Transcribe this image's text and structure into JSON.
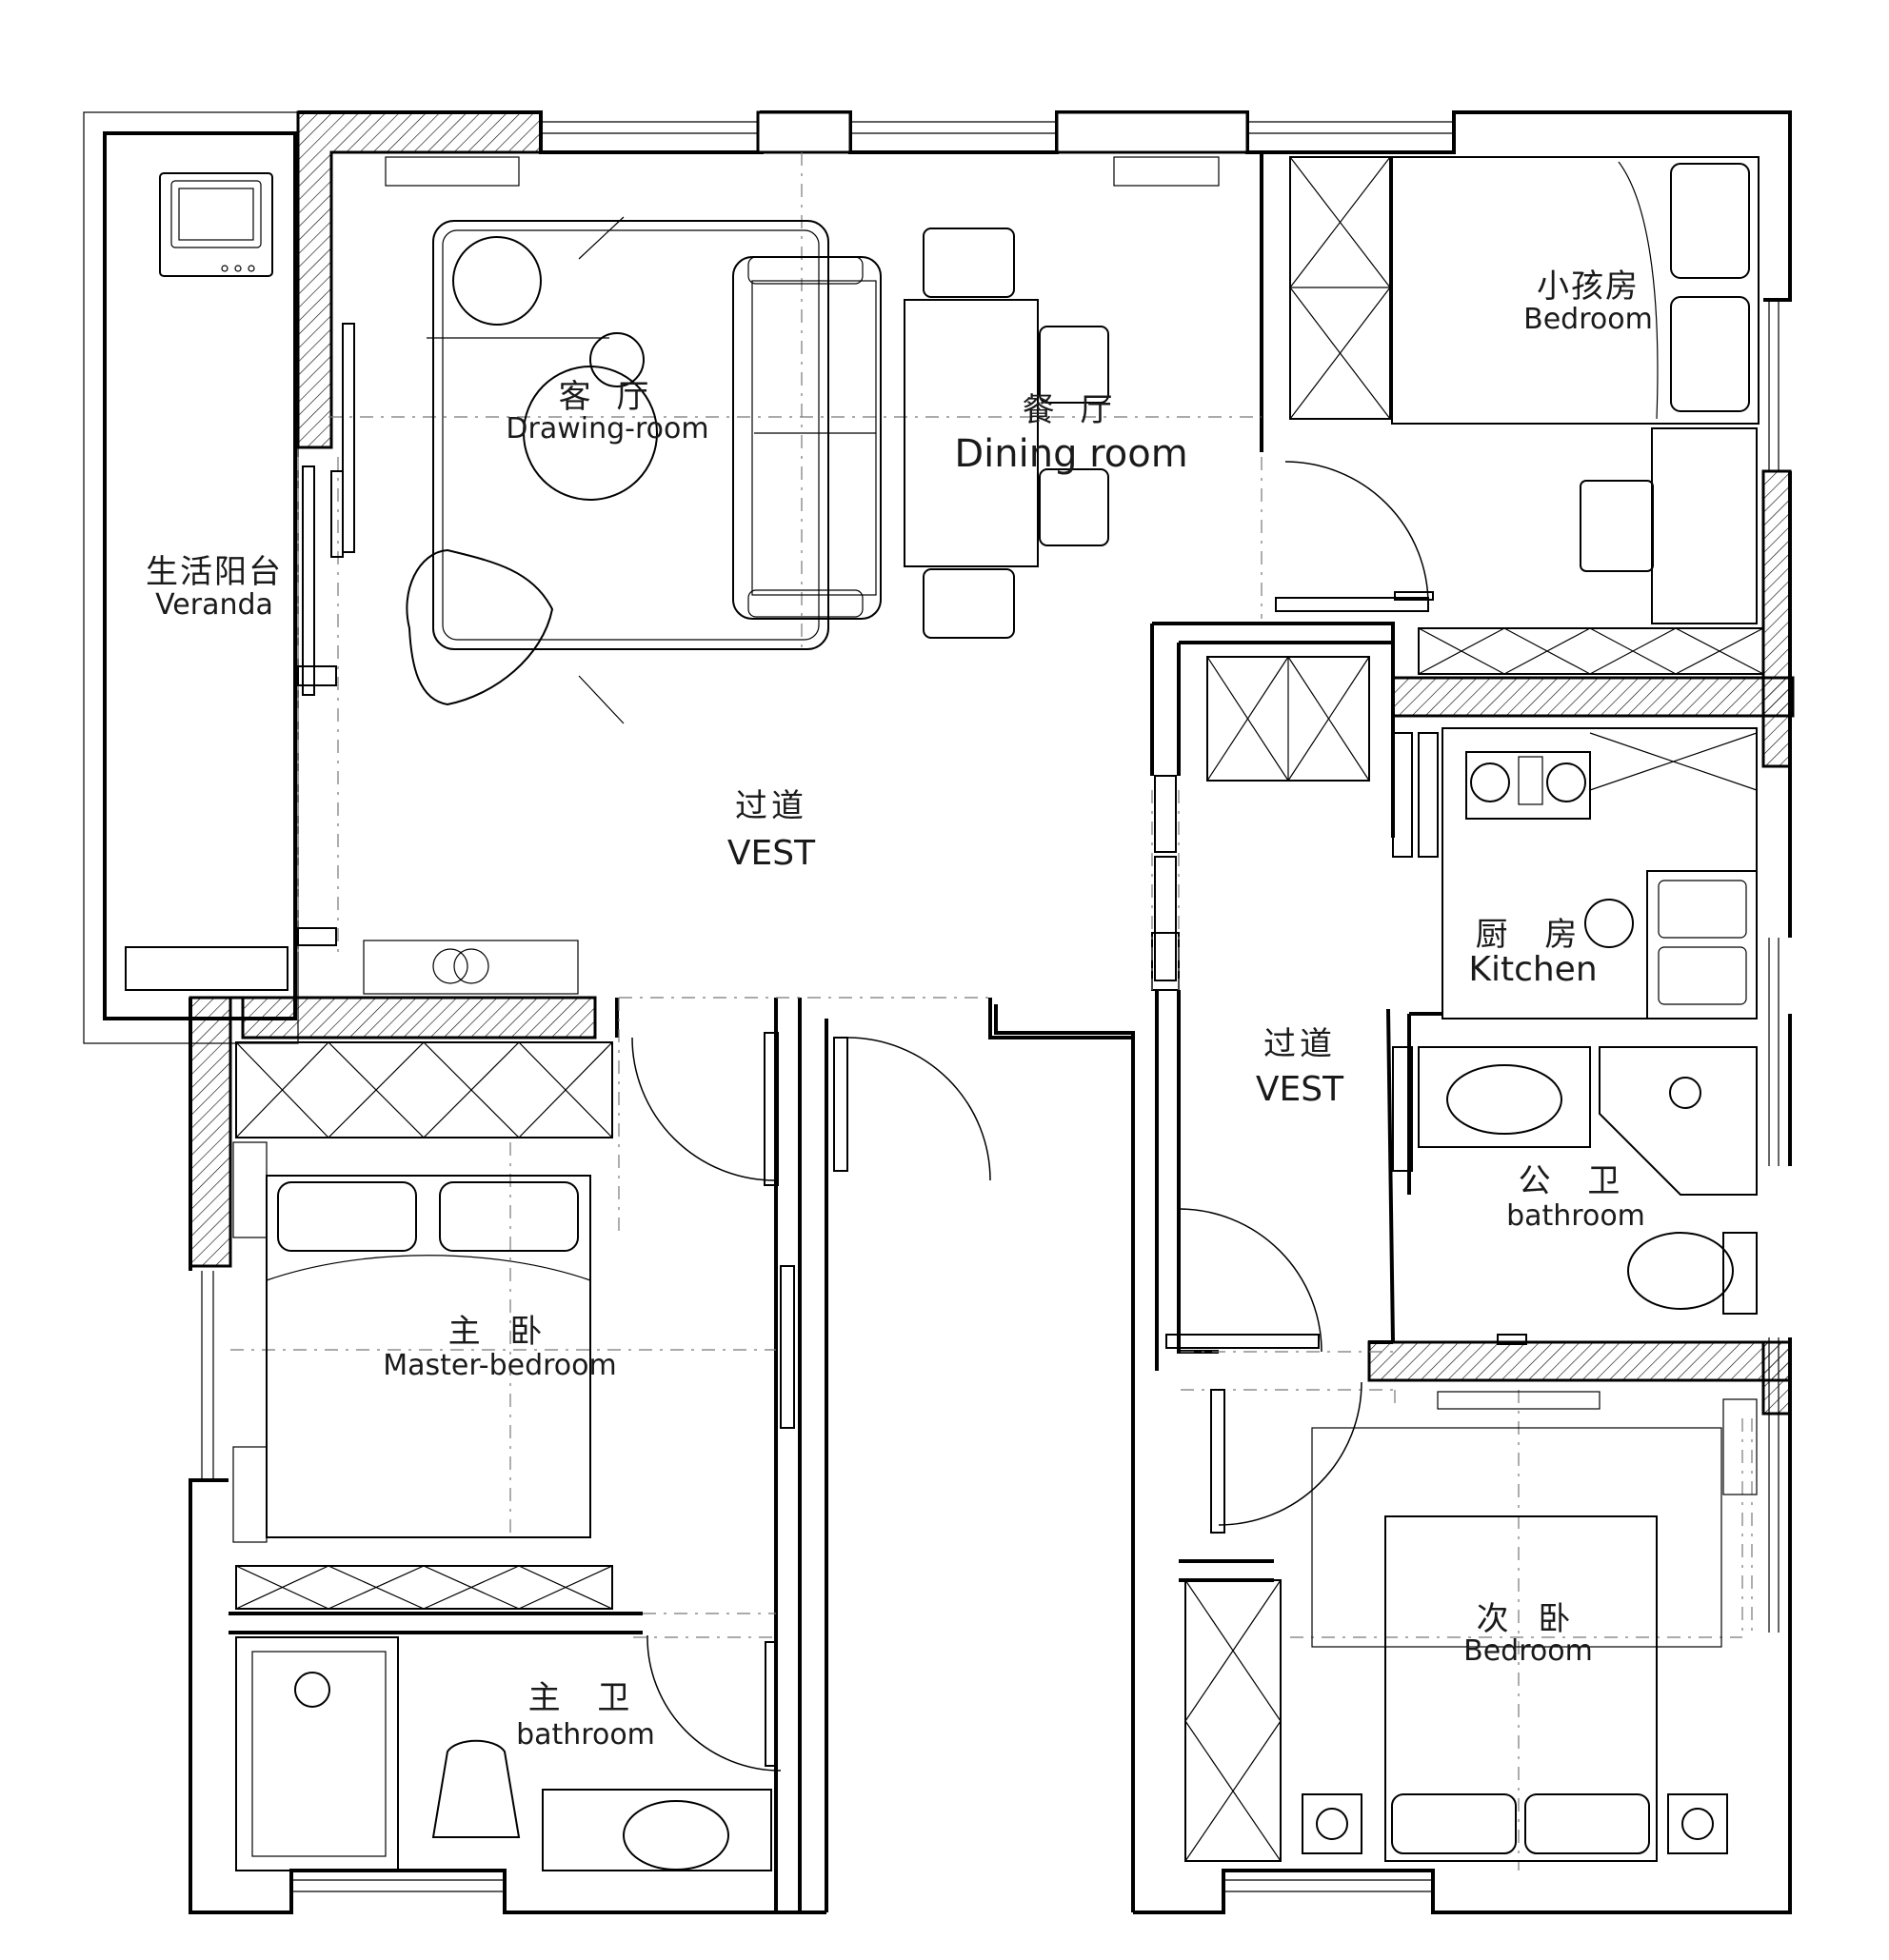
{
  "rooms": {
    "drawing_room": {
      "cn": "客 厅",
      "en": "Drawing-room"
    },
    "dining_room": {
      "cn": "餐 厅",
      "en": "Dining room"
    },
    "kids_room": {
      "cn": "小孩房",
      "en": "Bedroom"
    },
    "veranda": {
      "cn": "生活阳台",
      "en": "Veranda"
    },
    "vest_main": {
      "cn": "过道",
      "en": "VEST"
    },
    "kitchen": {
      "cn": "厨 房",
      "en": "Kitchen"
    },
    "vest_side": {
      "cn": "过道",
      "en": "VEST"
    },
    "public_bath": {
      "cn": "公 卫",
      "en": "bathroom"
    },
    "master_bedroom": {
      "cn": "主 卧",
      "en": "Master-bedroom"
    },
    "master_bath": {
      "cn": "主 卫",
      "en": "bathroom"
    },
    "second_bedroom": {
      "cn": "次 卧",
      "en": "Bedroom"
    }
  },
  "colors": {
    "line": "#000000",
    "background": "#ffffff",
    "dash": "#777777"
  }
}
